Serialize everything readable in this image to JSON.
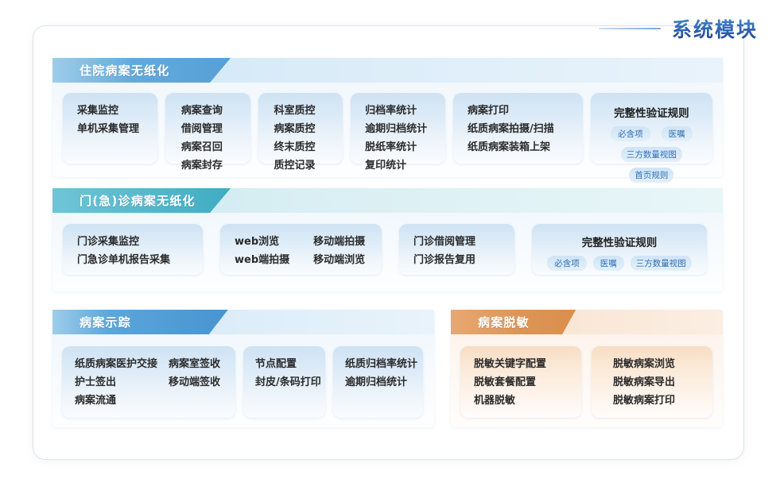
{
  "title": "系统模块",
  "sections": [
    {
      "id": "inpatient",
      "banner": "住院病案无纸化",
      "cards": [
        {
          "columns": [
            {
              "items": [
                "采集监控",
                "单机采集管理"
              ]
            }
          ]
        },
        {
          "columns": [
            {
              "items": [
                "病案查询",
                "借阅管理",
                "病案召回",
                "病案封存"
              ]
            }
          ]
        },
        {
          "columns": [
            {
              "items": [
                "科室质控",
                "病案质控",
                "终末质控",
                "质控记录"
              ]
            }
          ]
        },
        {
          "columns": [
            {
              "items": [
                "归档率统计",
                "逾期归档统计",
                "脱纸率统计",
                "复印统计"
              ]
            }
          ]
        },
        {
          "columns": [
            {
              "items": [
                "病案打印",
                "纸质病案拍摄/扫描",
                "纸质病案装箱上架"
              ]
            }
          ]
        },
        {
          "title": "完整性验证规则",
          "tags": [
            "必含项",
            "医嘱",
            "三方数量视图",
            "首页规则"
          ]
        }
      ]
    },
    {
      "id": "outpatient",
      "banner": "门(急)诊病案无纸化",
      "cards": [
        {
          "columns": [
            {
              "items": [
                "门诊采集监控",
                "门急诊单机报告采集"
              ]
            }
          ]
        },
        {
          "columns": [
            {
              "items": [
                "web浏览",
                "web端拍摄"
              ]
            },
            {
              "items": [
                "移动端拍摄",
                "移动端浏览"
              ]
            }
          ]
        },
        {
          "columns": [
            {
              "items": [
                "门诊借阅管理",
                "门诊报告复用"
              ]
            }
          ]
        },
        {
          "title": "完整性验证规则",
          "tags": [
            "必含项",
            "医嘱",
            "三方数量视图"
          ]
        }
      ]
    },
    {
      "id": "tracing",
      "banner": "病案示踪",
      "cards": [
        {
          "columns": [
            {
              "items": [
                "纸质病案医护交接",
                "护士签出",
                "病案流通"
              ]
            },
            {
              "items": [
                "病案室签收",
                "移动端签收"
              ]
            }
          ]
        },
        {
          "columns": [
            {
              "items": [
                "节点配置",
                "封皮/条码打印"
              ]
            }
          ]
        },
        {
          "columns": [
            {
              "items": [
                "纸质归档率统计",
                "逾期归档统计"
              ]
            }
          ]
        }
      ]
    },
    {
      "id": "desensitization",
      "banner": "病案脱敏",
      "cards": [
        {
          "columns": [
            {
              "items": [
                "脱敏关键字配置",
                "脱敏套餐配置",
                "机器脱敏"
              ]
            }
          ]
        },
        {
          "columns": [
            {
              "items": [
                "脱敏病案浏览",
                "脱敏病案导出",
                "脱敏病案打印"
              ]
            }
          ]
        }
      ]
    }
  ],
  "colors": {
    "title_accent": "#27509e",
    "blue_banner": "#3d8ccd",
    "teal_banner": "#2f9cb5",
    "orange_banner": "#d9883f",
    "tag_text": "#2f6fb5"
  }
}
